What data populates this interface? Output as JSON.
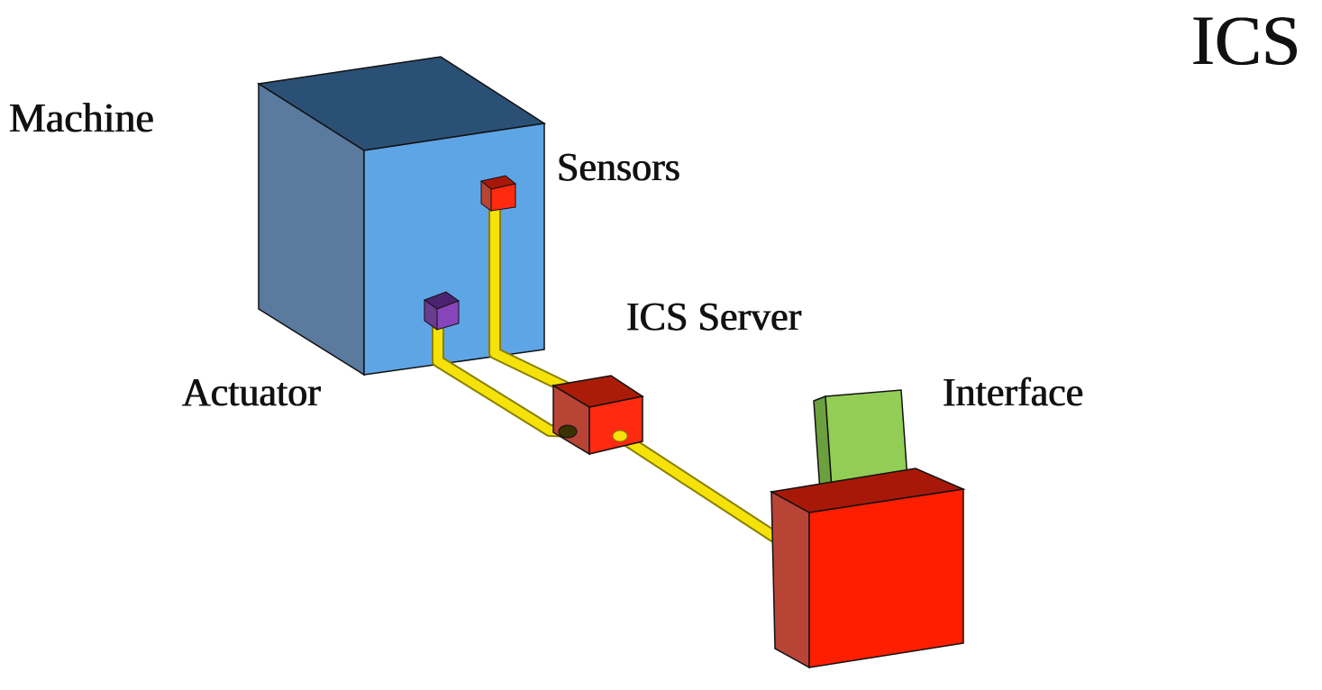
{
  "title": "ICS",
  "labels": {
    "machine": "Machine",
    "sensors": "Sensors",
    "ics_server": "ICS Server",
    "actuator": "Actuator",
    "interface": "Interface"
  },
  "colors": {
    "machine_front": "#5ea5e6",
    "machine_top": "#2b5075",
    "machine_side": "#5a7a9e",
    "sensor": "#ff2a10",
    "actuator": "#8844bb",
    "cable": "#f4e20a",
    "server_front": "#ff2a10",
    "server_top": "#aa1c08",
    "interface_front": "#ff1f00",
    "interface_top": "#a81808",
    "interface_side": "#b84436",
    "screen_front": "#92cd55",
    "screen_side": "#6ca03e",
    "edge": "#111111"
  },
  "icons": {
    "machine": "machine-cube-icon",
    "sensor": "sensor-cube-icon",
    "actuator": "actuator-cube-icon",
    "server": "server-cube-icon",
    "interface": "interface-block-icon",
    "screen": "screen-panel-icon"
  }
}
